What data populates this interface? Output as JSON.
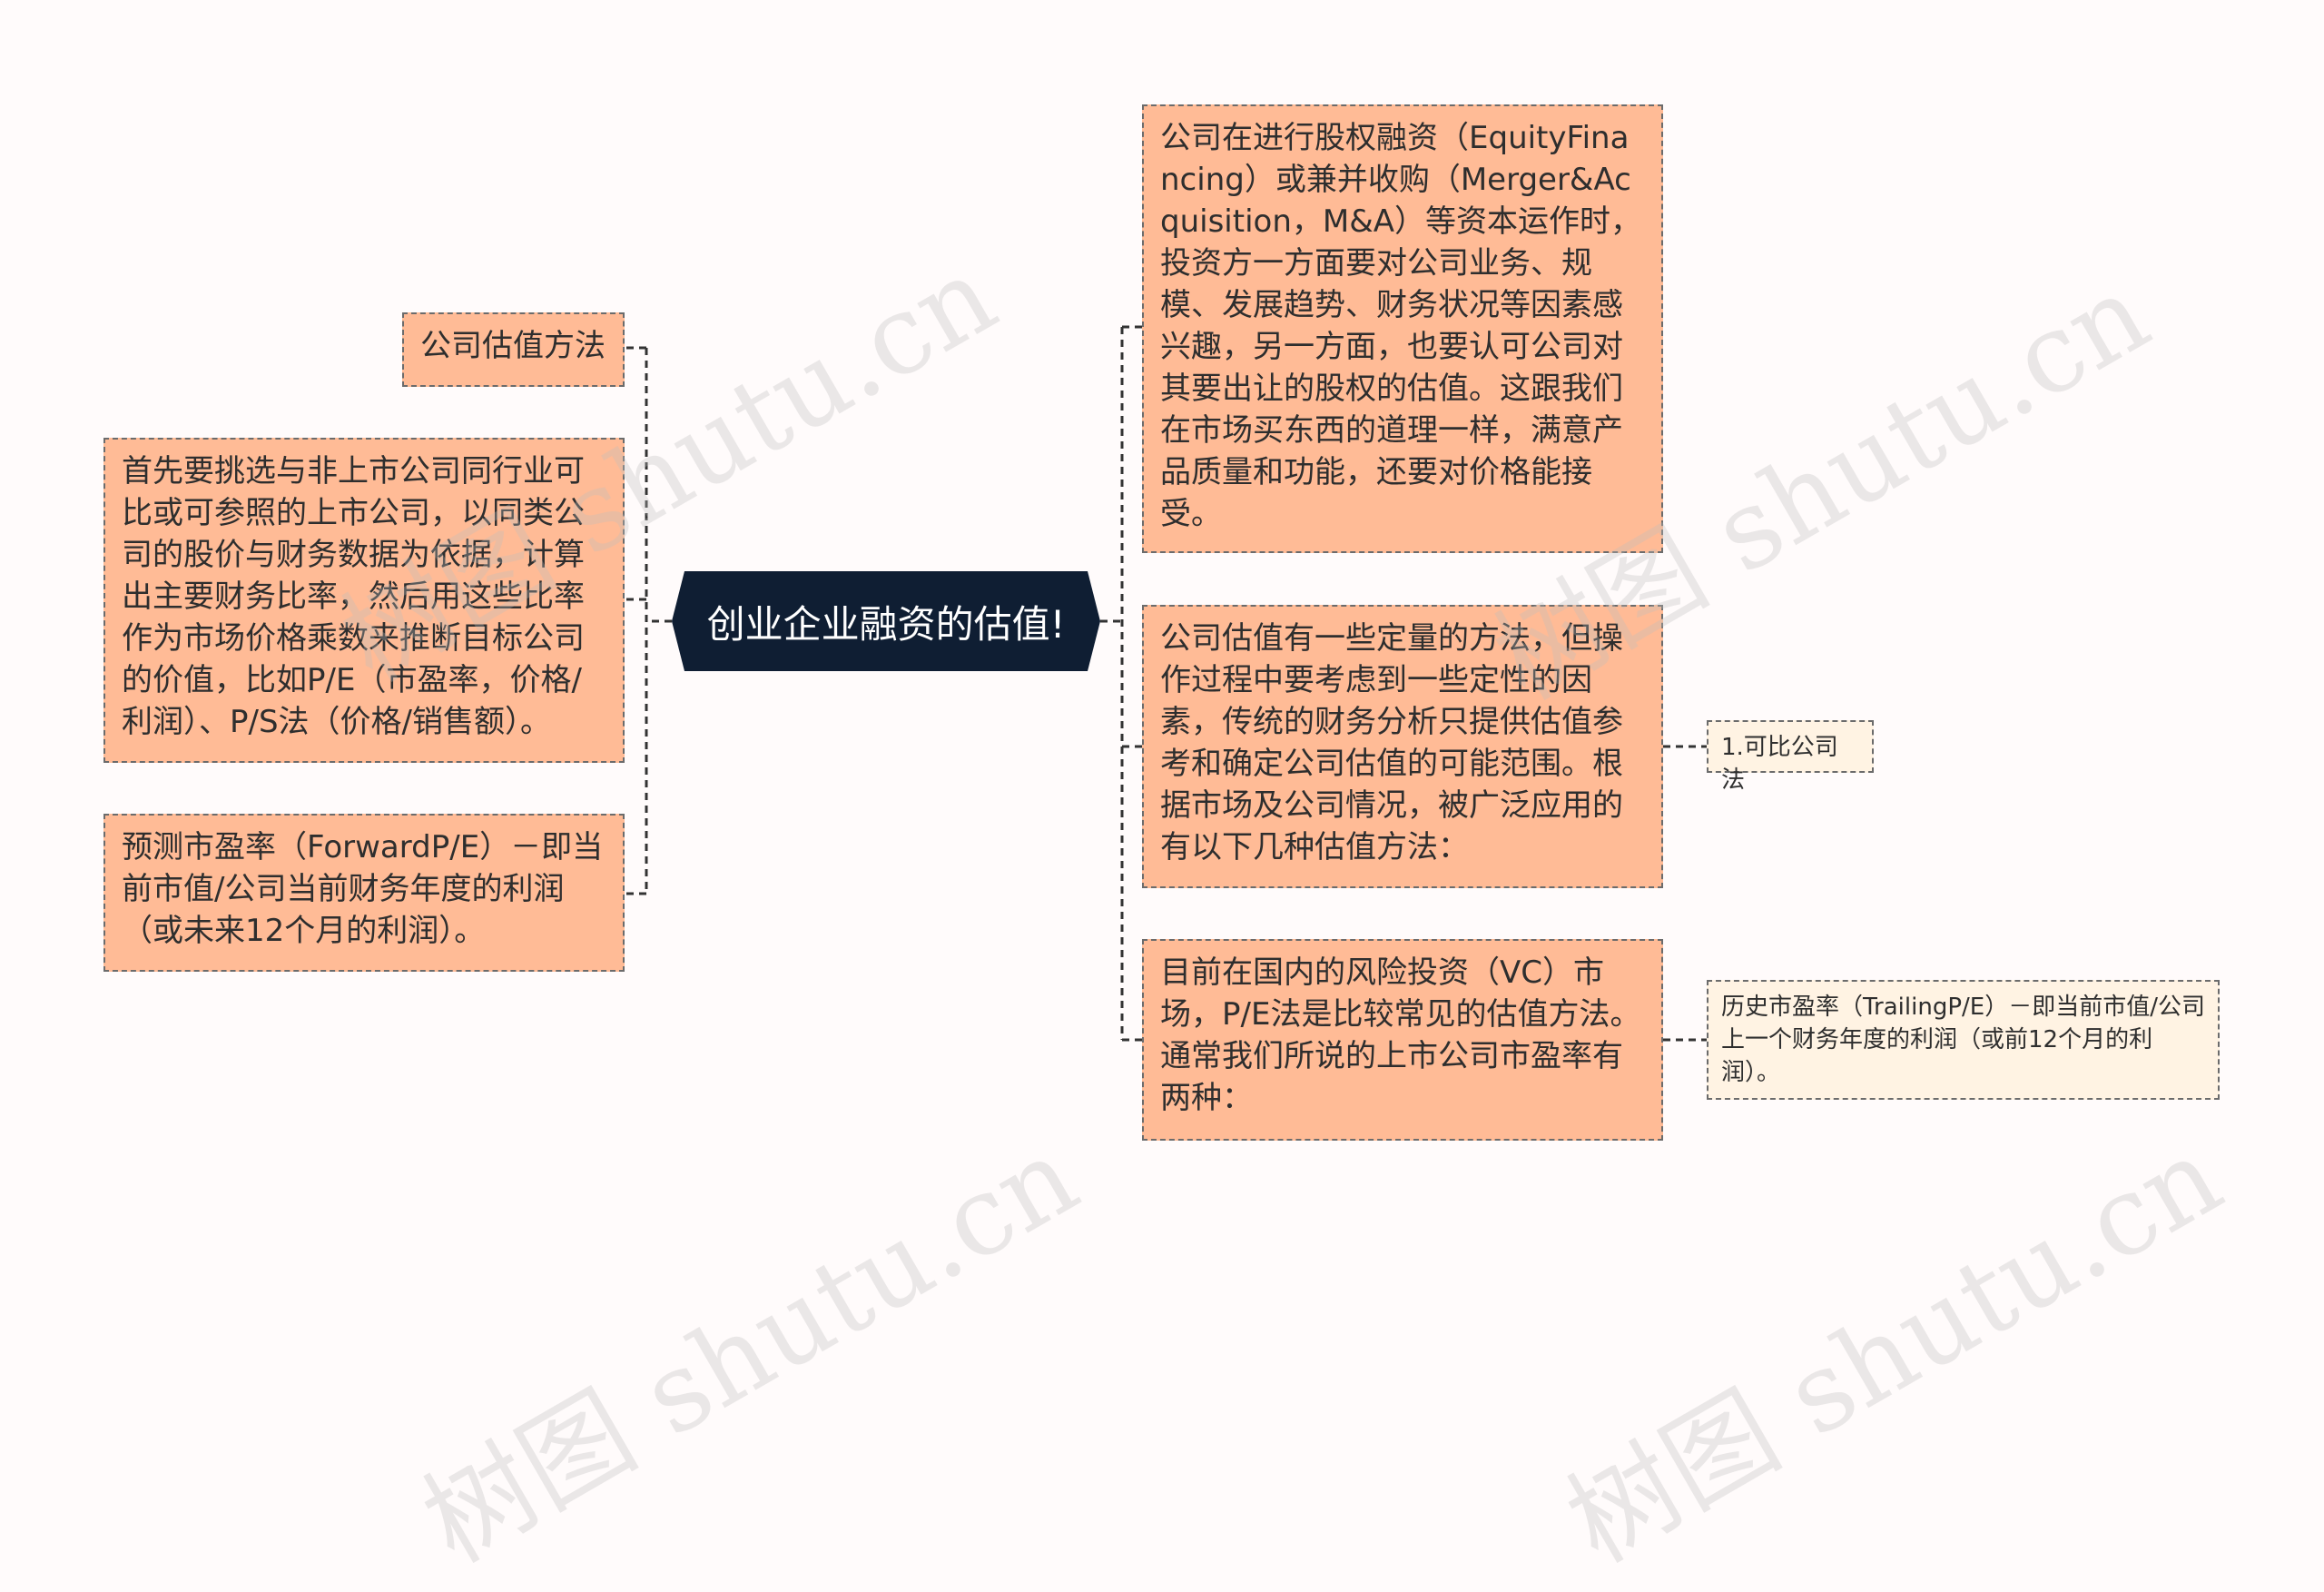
{
  "center": {
    "title": "创业企业融资的估值!"
  },
  "left_nodes": [
    "公司估值方法",
    "首先要挑选与非上市公司同行业可比或可参照的上市公司，以同类公司的股价与财务数据为依据，计算出主要财务比率，然后用这些比率作为市场价格乘数来推断目标公司的价值，比如P/E（市盈率，价格/利润）、P/S法（价格/销售额）。",
    "预测市盈率（ForwardP/E）－即当前市值/公司当前财务年度的利润（或未来12个月的利润）。"
  ],
  "right_nodes": [
    "公司在进行股权融资（EquityFinancing）或兼并收购（Merger&Acquisition，M&A）等资本运作时，投资方一方面要对公司业务、规模、发展趋势、财务状况等因素感兴趣，另一方面，也要认可公司对其要出让的股权的估值。这跟我们在市场买东西的道理一样，满意产品质量和功能，还要对价格能接受。",
    "公司估值有一些定量的方法，但操作过程中要考虑到一些定性的因素，传统的财务分析只提供估值参考和确定公司估值的可能范围。根据市场及公司情况，被广泛应用的有以下几种估值方法：",
    "目前在国内的风险投资（VC）市场，P/E法是比较常见的估值方法。通常我们所说的上市公司市盈率有两种："
  ],
  "sub_nodes": [
    "1.可比公司法",
    "历史市盈率（TrailingP/E）－即当前市值/公司上一个财务年度的利润（或前12个月的利润）。"
  ],
  "watermark": "树图 shutu.cn",
  "colors": {
    "center_fill": "#0f1e33",
    "node_fill": "#ffbb96",
    "pale_fill": "#fff3e3",
    "border": "#6b6b6b",
    "background": "#fffbfb"
  }
}
